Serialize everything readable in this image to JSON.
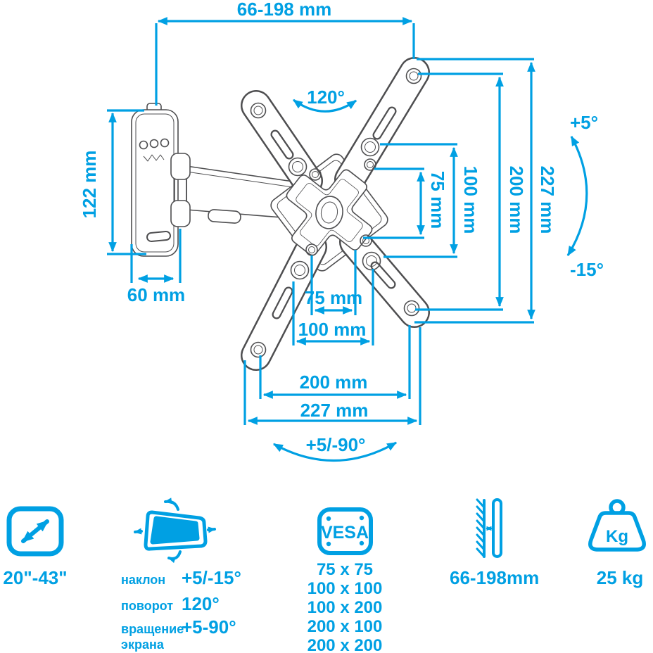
{
  "colors": {
    "accent": "#00A0E3",
    "line": "#4e4e50"
  },
  "diagram": {
    "arm_extension": "66-198 mm",
    "swivel_angle": "120°",
    "wall_plate_height": "122 mm",
    "wall_plate_width": "60 mm",
    "tilt_up": "+5°",
    "tilt_down": "-15°",
    "screen_rotation": "+5/-90°",
    "vertical_dims": {
      "d75": "75 mm",
      "d100": "100 mm",
      "d200": "200 mm",
      "d227": "227 mm"
    },
    "horizontal_dims": {
      "d75": "75 mm",
      "d100": "100 mm",
      "d200": "200 mm",
      "d227": "227 mm"
    }
  },
  "specs": {
    "screen_size": {
      "value": "20\"-43\""
    },
    "movement": {
      "rows": [
        {
          "name": "наклон",
          "value": "+5/-15°"
        },
        {
          "name": "поворот",
          "value": "120°"
        },
        {
          "name": "вращение экрана",
          "value": "+5-90°"
        }
      ]
    },
    "vesa": {
      "icon_label": "VESA",
      "sizes": [
        "75 x 75",
        "100 x 100",
        "100 x 200",
        "200 x 100",
        "200 x 200"
      ]
    },
    "wall_distance": {
      "value": "66-198mm"
    },
    "max_weight": {
      "icon_label": "Kg",
      "value": "25 kg"
    }
  }
}
